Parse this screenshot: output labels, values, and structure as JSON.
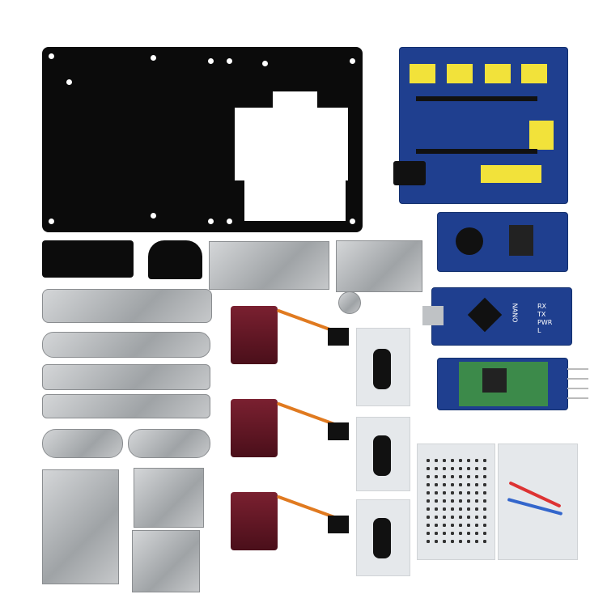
{
  "nano_board": {
    "label": "NANO",
    "leds": [
      "RX",
      "TX",
      "PWR",
      "L"
    ]
  },
  "colors": {
    "pcb_blue": "#1f3f8f",
    "header_yellow": "#f2e23a",
    "servo_red": "#6a1828",
    "acrylic": "#0b0b0b"
  }
}
